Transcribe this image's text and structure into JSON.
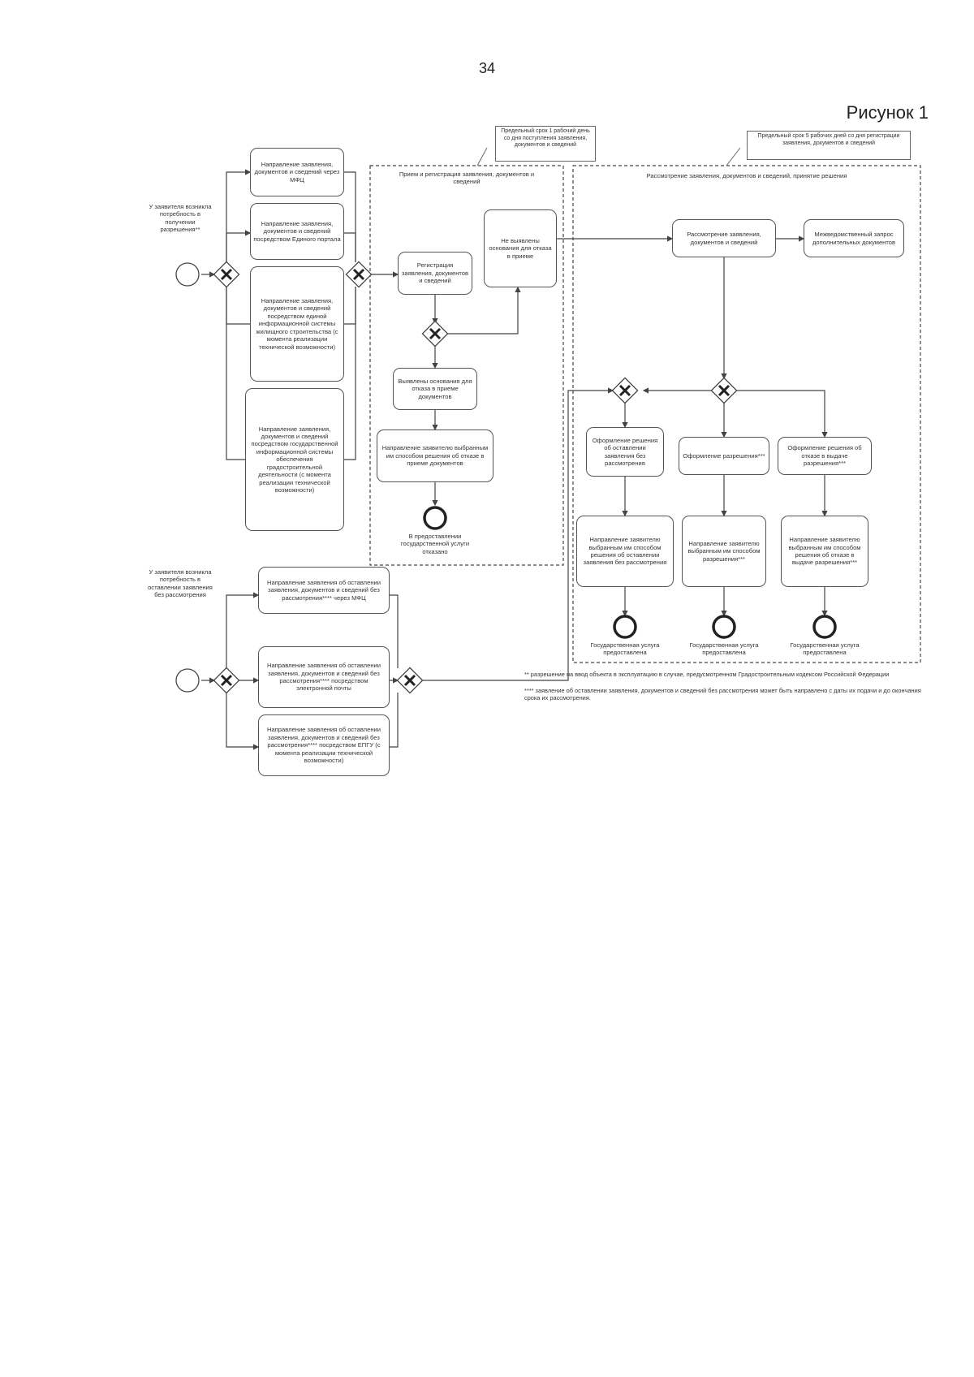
{
  "page_number": "34",
  "figure_label": "Рисунок 1",
  "notes": {
    "n1": "Предельный срок 1 рабочий день со дня поступления заявления, документов и сведений",
    "n2": "Предельный срок 5 рабочих дней со дня регистрации заявления, документов и сведений"
  },
  "swimlanes": {
    "lane1": "Прием и регистрация заявления, документов и сведений",
    "lane2": "Рассмотрение заявления, документов и сведений, принятие решения"
  },
  "starts": {
    "s1": "У заявителя возникла потребность в получении разрешения**",
    "s2": "У заявителя возникла потребность в оставлении заявления без рассмотрения"
  },
  "boxes": {
    "b1": "Направление заявления, документов и сведений через МФЦ",
    "b2": "Направление заявления, документов и сведений посредством Единого портала",
    "b3": "Направление заявления, документов и сведений посредством единой информационной системы жилищного строительства (с момента реализации технической возможности)",
    "b4": "Направление заявления, документов и сведений посредством государственной информационной системы обеспечения градостроительной деятельности (с момента реализации технической возможности)",
    "b5": "Регистрация заявления, документов и сведений",
    "b6": "Не выявлены основания для отказа в приеме",
    "b7": "Выявлены основания для отказа в приеме документов",
    "b8": "Направление заявителю выбранным им способом решения об отказе в приеме документов",
    "b9": "Рассмотрение заявления, документов и сведений",
    "b10": "Межведомственный запрос дополнительных документов",
    "b11": "Оформление решения об оставлении заявления без рассмотрения",
    "b12": "Оформление разрешения***",
    "b13": "Оформление решения об отказе в выдаче разрешения***",
    "b14": "Направление заявителю выбранным им способом решения об оставлении заявления без рассмотрения",
    "b15": "Направление заявителю выбранным им способом разрешения***",
    "b16": "Направление заявителю выбранным им способом решения об отказе в выдаче разрешения***",
    "b17": "Направление заявления об оставлении заявления, документов и сведений без рассмотрения**** через МФЦ",
    "b18": "Направление заявления об оставлении заявления, документов и сведений без рассмотрения**** посредством электронной почты",
    "b19": "Направление заявления об оставлении заявления, документов и сведений без рассмотрения**** посредством ЕПГУ (с момента реализации технической возможности)"
  },
  "ends": {
    "e1": "В предоставлении государственной услуги отказано",
    "e2": "Государственная услуга предоставлена",
    "e3": "Государственная услуга предоставлена",
    "e4": "Государственная услуга предоставлена"
  },
  "footnotes": {
    "f1": "** разрешение на ввод объекта в эксплуатацию в случае, предусмотренном Градостроительным кодексом Российской Федерации",
    "f2": "**** заявление об оставлении заявления, документов и сведений без рассмотрения может быть направлено с даты их подачи и до окончания срока их рассмотрения."
  }
}
